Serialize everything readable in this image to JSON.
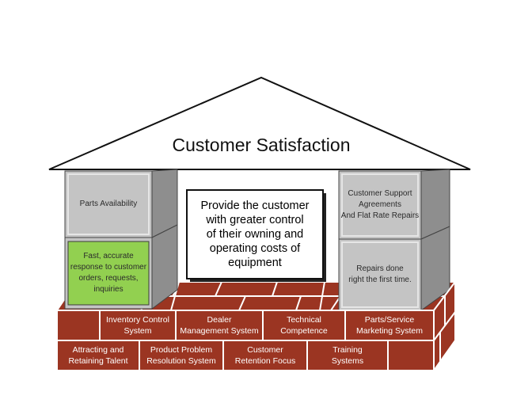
{
  "roof": {
    "title": "Customer Satisfaction"
  },
  "pillars": {
    "left_top": "Parts Availability",
    "left_bottom": "Fast, accurate\nresponse to customer\norders, requests,\ninquiries",
    "right_top": "Customer Support\nAgreements\nAnd Flat Rate Repairs",
    "right_bottom": "Repairs done\nright the first time."
  },
  "center": {
    "text": "Provide the customer\nwith greater control\nof their owning and\noperating costs of\nequipment"
  },
  "bricks": {
    "row1": [
      "Inventory Control\nSystem",
      "Dealer\nManagement System",
      "Technical\nCompetence",
      "Parts/Service\nMarketing System"
    ],
    "row2": [
      "Attracting and\nRetaining Talent",
      "Product Problem\nResolution System",
      "Customer\nRetention Focus",
      "Training\nSystems"
    ]
  },
  "colors": {
    "brick": "#9b3522",
    "mortar": "#ffffff",
    "pillar_face": "#c4c4c4",
    "pillar_side": "#8e8e8e",
    "highlight": "#92d050"
  }
}
